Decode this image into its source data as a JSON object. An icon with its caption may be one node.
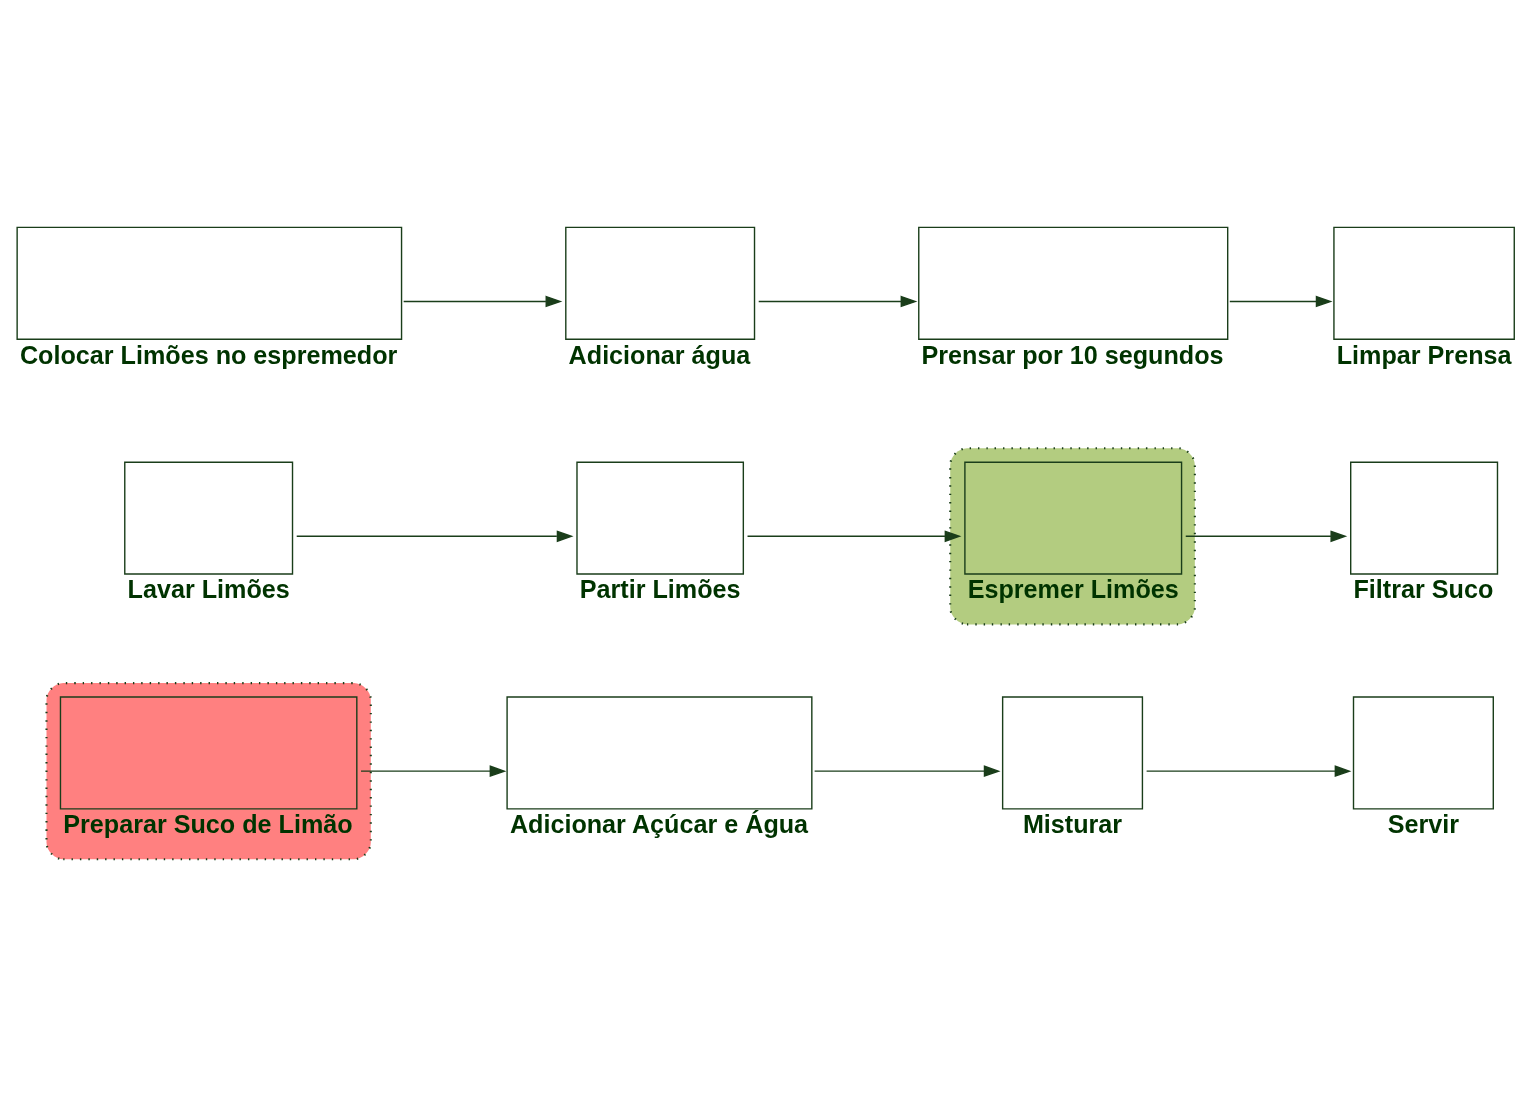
{
  "diagram": {
    "nodes": [
      {
        "text": [],
        "shape": "ellipse"
      },
      {
        "text": [
          "Preparar Suco de Limão"
        ],
        "in": 0
      },
      {
        "text": [
          "Adicionar Açúcar e Água"
        ]
      },
      {
        "text": [
          "Misturar"
        ]
      },
      {
        "text": [
          "Servir"
        ]
      },
      {
        "text": [
          "Lavar Limões"
        ]
      },
      {
        "text": [
          "Partir Limões"
        ]
      },
      {
        "text": [],
        "shape": "ellipse"
      },
      {
        "text": [
          "Espremer Limões"
        ],
        "in": 7
      },
      {
        "text": [
          "Filtrar Suco"
        ]
      },
      {
        "text": [
          "Colocar Limões no espremedor"
        ]
      },
      {
        "text": [
          "Adicionar água"
        ]
      },
      {
        "text": [
          "Prensar por 10 segundos"
        ]
      },
      {
        "text": [
          "Limpar Prensa"
        ]
      }
    ],
    "edges": [
      {
        "from": 1,
        "to": 2,
        "arrow": "to"
      },
      {
        "from": 2,
        "to": 3,
        "arrow": "to"
      },
      {
        "from": 3,
        "to": 4,
        "arrow": "to"
      },
      {
        "from": 5,
        "to": 6,
        "arrow": "to"
      },
      {
        "from": 6,
        "to": 8,
        "arrow": "to"
      },
      {
        "from": 8,
        "to": 9,
        "arrow": "to"
      },
      {
        "from": 10,
        "to": 11,
        "arrow": "to"
      },
      {
        "from": 11,
        "to": 12,
        "arrow": "to"
      },
      {
        "from": 12,
        "to": 13,
        "arrow": "to"
      }
    ]
  }
}
